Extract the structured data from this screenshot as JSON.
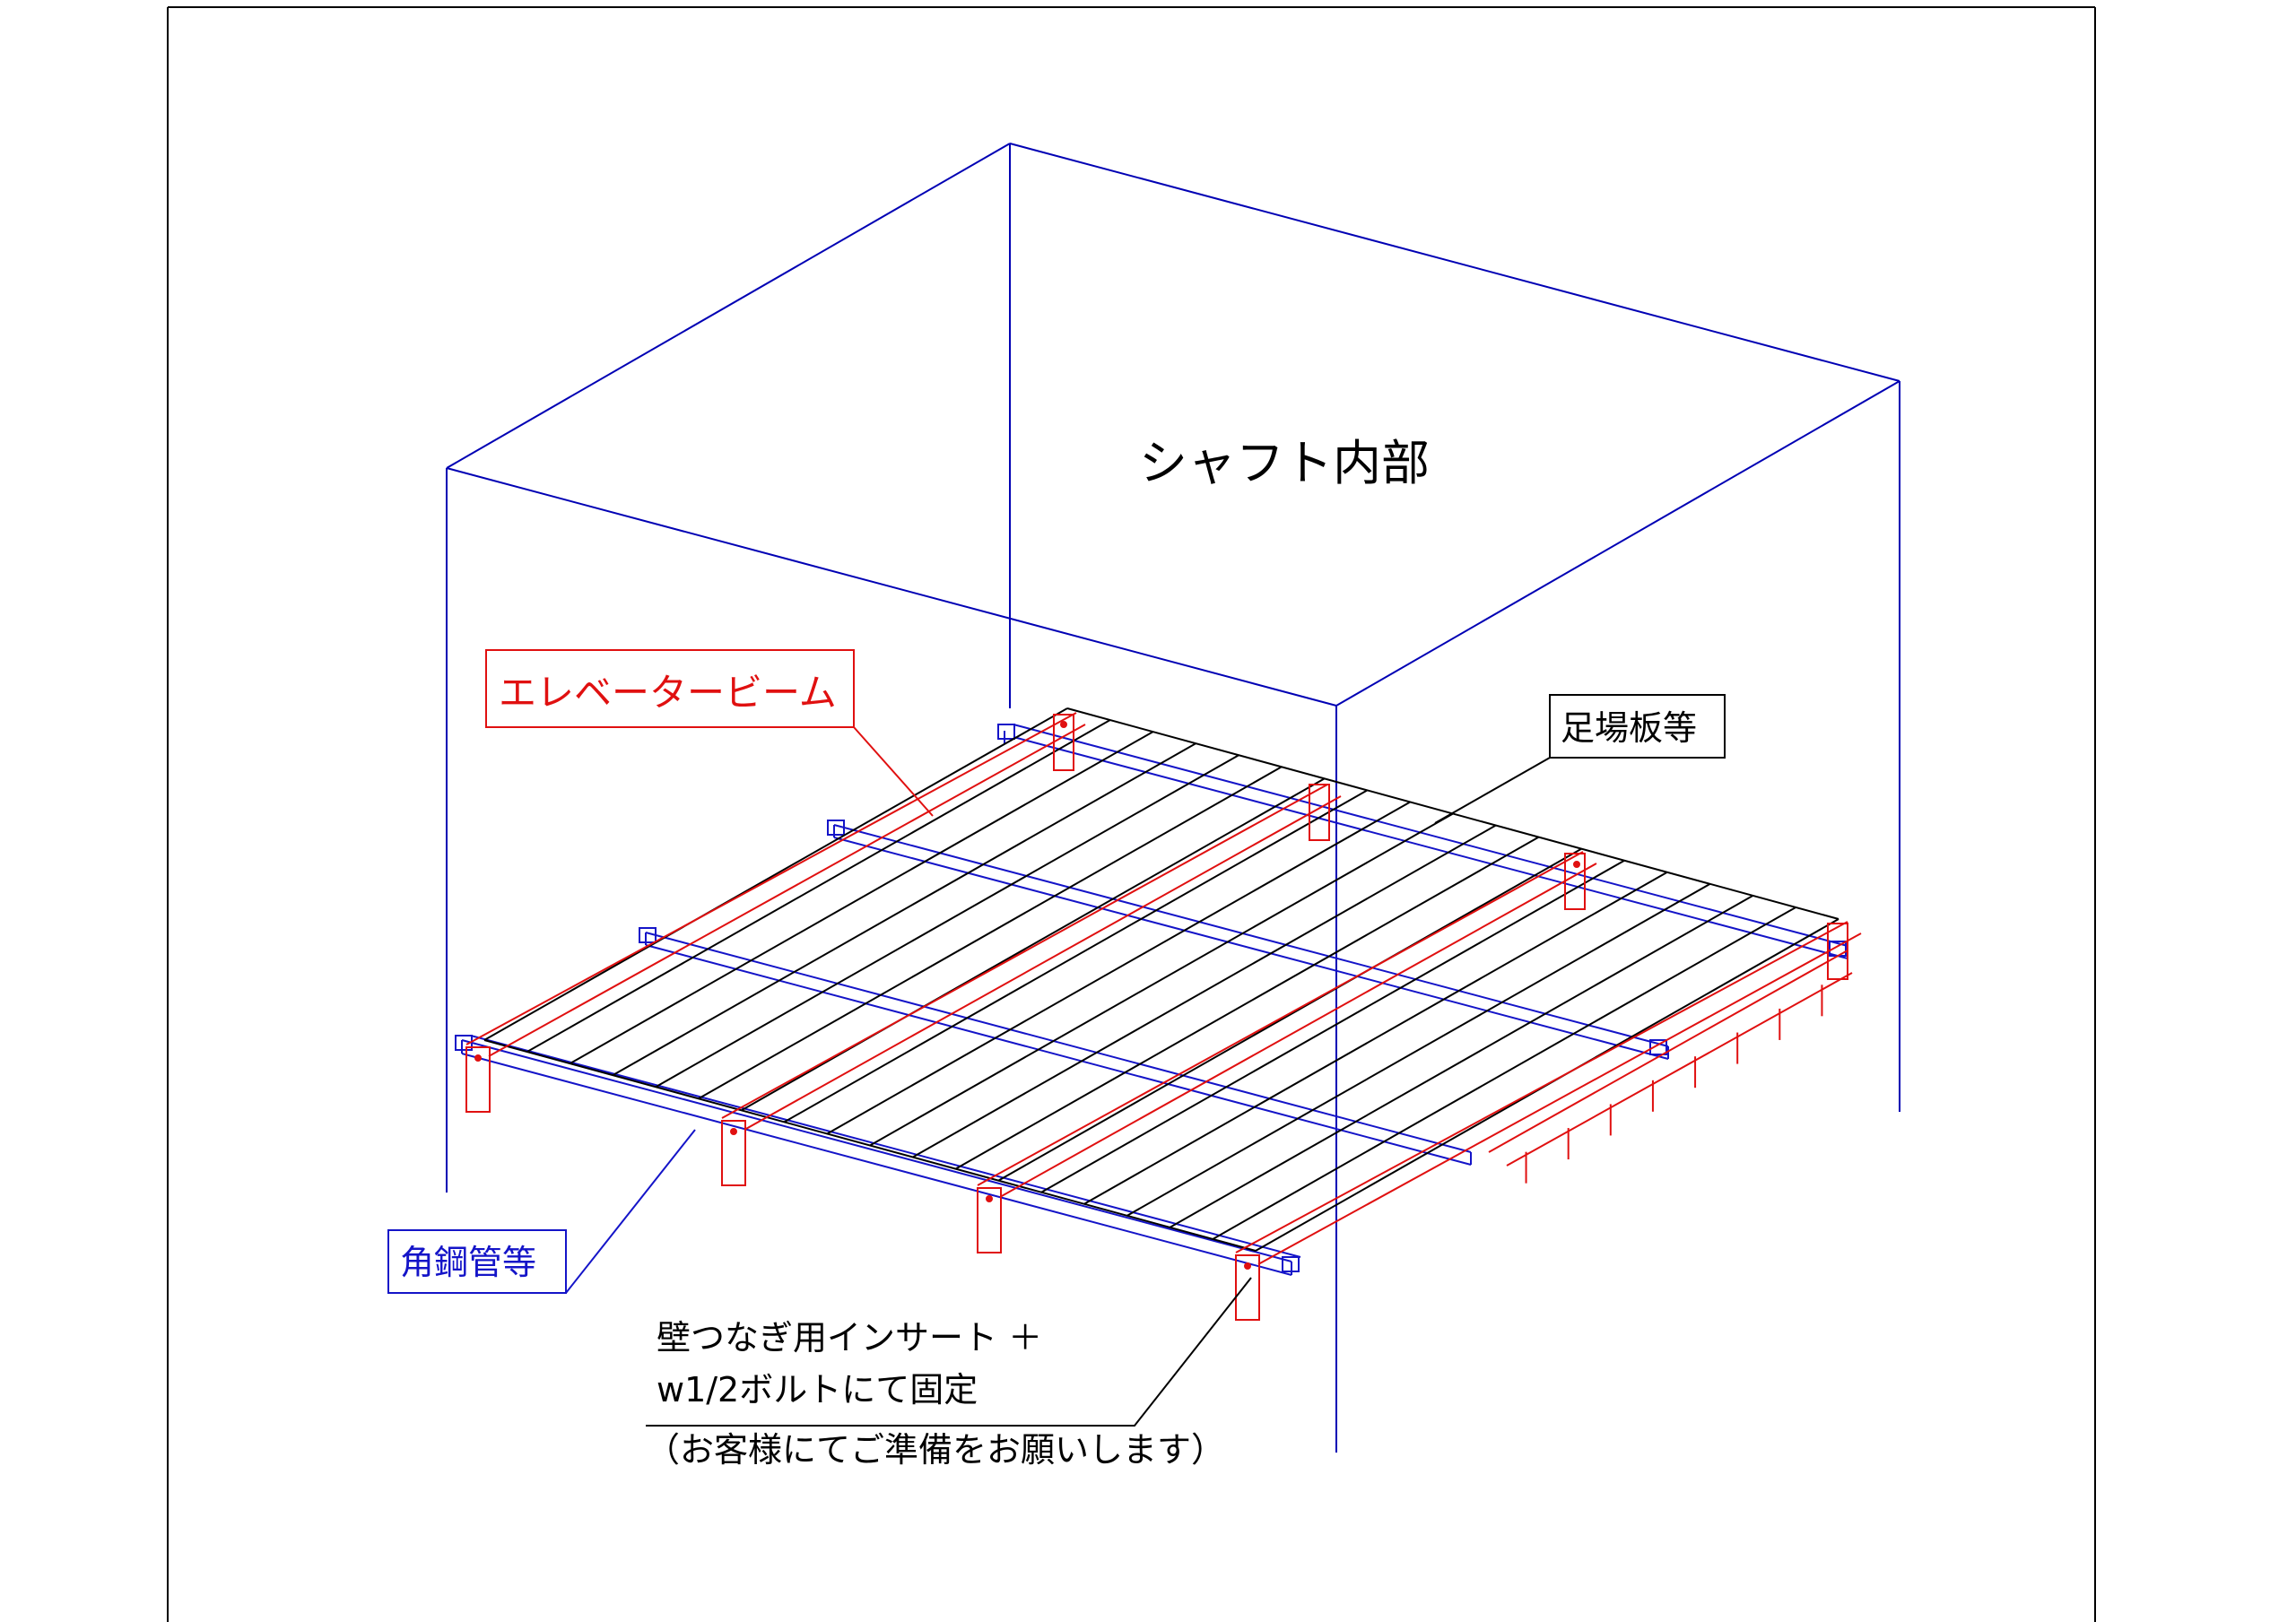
{
  "title": "シャフト内部",
  "labels": {
    "elevator_beam": "エレベータービーム",
    "scaffold_board": "足場板等",
    "square_pipe": "角鋼管等",
    "note_line1": "壁つなぎ用インサート ＋",
    "note_line2": "w1/2ボルトにて固定",
    "note_line3": "（お客様にてご準備をお願いします）"
  },
  "colors": {
    "shaft": "#0000b4",
    "beam": "#e01010",
    "pipe": "#1414c8",
    "board": "#000000",
    "frame": "#000000"
  }
}
